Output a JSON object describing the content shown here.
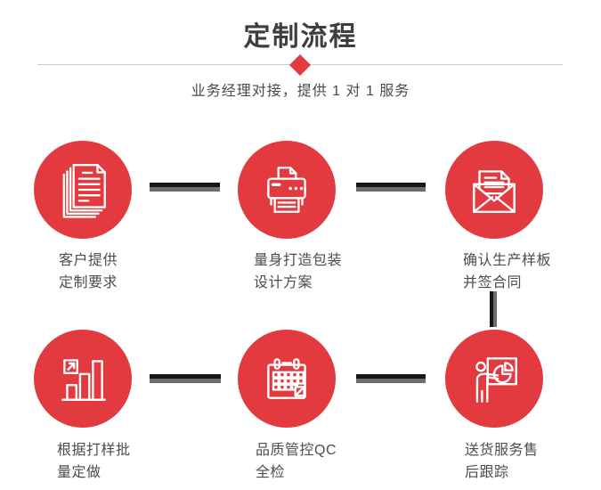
{
  "page": {
    "title": "定制流程",
    "subtitle": "业务经理对接，提供 1 对 1 服务"
  },
  "colors": {
    "accent_red": "#e23a3e",
    "connector_dark": "#161616",
    "connector_gray": "#6e6e6e",
    "divider_gray": "#cccccc",
    "title_text": "#3e3e3e",
    "label_text": "#4c4c4c",
    "icon_stroke": "#ffffff"
  },
  "stages": [
    {
      "icon": "documents-icon",
      "label": "客户提供\n定制要求"
    },
    {
      "icon": "printer-icon",
      "label": "量身打造包装\n设计方案"
    },
    {
      "icon": "envelope-icon",
      "label": "确认生产样板\n并签合同"
    },
    {
      "icon": "bar-chart-icon",
      "label": "根据打样批\n量定做"
    },
    {
      "icon": "calendar-icon",
      "label": "品质管控QC\n全检"
    },
    {
      "icon": "presenter-icon",
      "label": "送货服务售\n后跟踪"
    }
  ]
}
